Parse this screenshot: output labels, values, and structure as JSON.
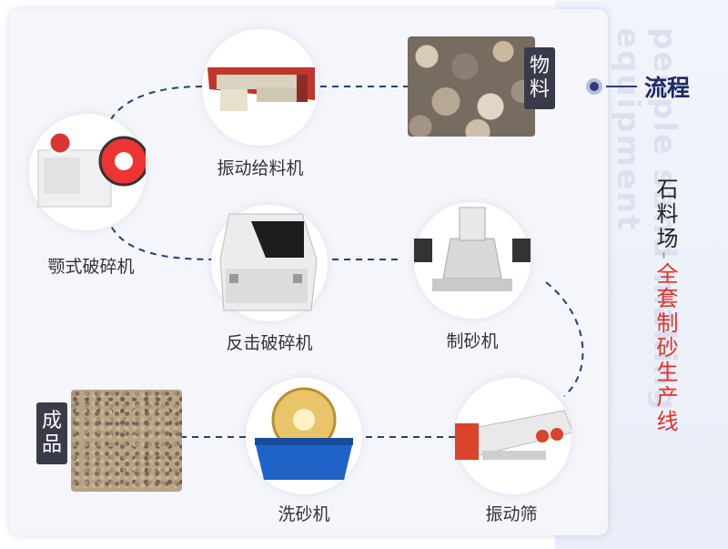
{
  "title": "流程",
  "subtitle_part1": "石料场",
  "subtitle_separator": "-",
  "subtitle_part2": "全套制砂生产线",
  "input_tag": "物料",
  "output_tag": "成品",
  "nodes": [
    {
      "label": "振动给料机",
      "icon": "vibrating-feeder-icon"
    },
    {
      "label": "颚式破碎机",
      "icon": "jaw-crusher-icon"
    },
    {
      "label": "反击破碎机",
      "icon": "impact-crusher-icon"
    },
    {
      "label": "制砂机",
      "icon": "sand-making-machine-icon"
    },
    {
      "label": "振动筛",
      "icon": "vibrating-screen-icon"
    },
    {
      "label": "洗砂机",
      "icon": "sand-washer-icon"
    }
  ],
  "colors": {
    "flow_line": "#2e3a7e",
    "accent_red": "#e4312b",
    "tag_bg": "#3a3b4a"
  }
}
